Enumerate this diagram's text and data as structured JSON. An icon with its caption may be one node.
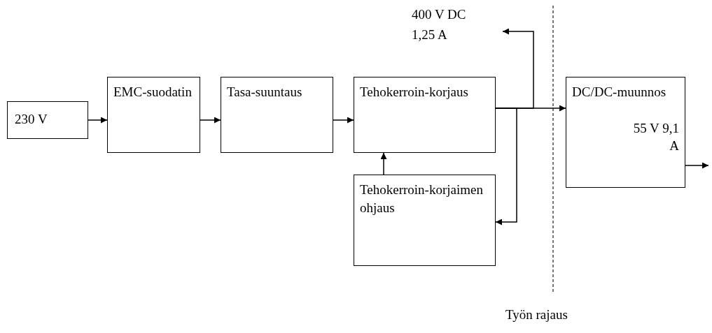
{
  "diagram": {
    "nodes": [
      {
        "text": [
          "230 V"
        ]
      },
      {
        "text": [
          "EMC-suodatin"
        ]
      },
      {
        "text": [
          "Tasa-suuntaus"
        ]
      },
      {
        "text": [
          "Tehokerroin-korjaus"
        ]
      },
      {
        "text": [
          "Tehokerroin-korjaimen ohjaus"
        ]
      },
      {
        "text": [
          "DC/DC-muunnos",
          "55 V 9,1 A"
        ]
      }
    ],
    "edges": [
      {
        "from": 0,
        "to": 1,
        "arrow": "to"
      },
      {
        "from": 1,
        "to": 2,
        "arrow": "to"
      },
      {
        "from": 2,
        "to": 3,
        "arrow": "to"
      },
      {
        "from": 4,
        "to": 3,
        "arrow": "to"
      },
      {
        "from": 3,
        "to": 5,
        "arrow": "to"
      },
      {
        "from": 3,
        "to": null,
        "arrow": "to"
      },
      {
        "from": 3,
        "to": 4,
        "arrow": "to"
      },
      {
        "from": 5,
        "to": null,
        "arrow": "to"
      }
    ],
    "labels": [
      "400 V DC 1,25 A",
      "Työn rajaus"
    ]
  }
}
